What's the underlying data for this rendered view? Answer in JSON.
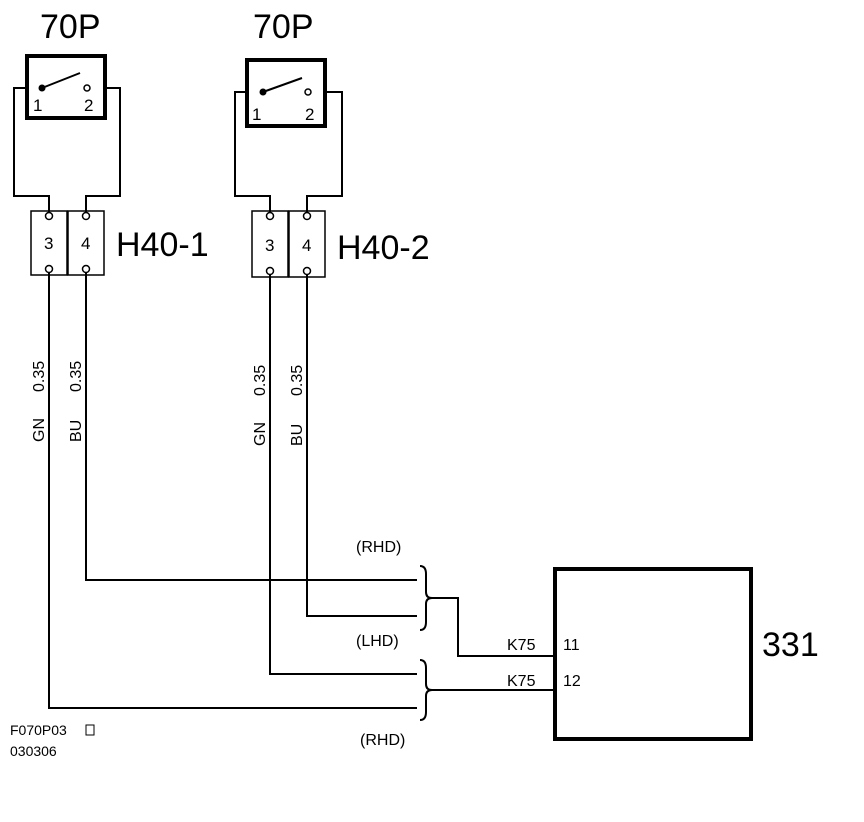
{
  "switches": [
    {
      "label": "70P",
      "pin1": "1",
      "pin2": "2"
    },
    {
      "label": "70P",
      "pin1": "1",
      "pin2": "2"
    }
  ],
  "connectors": [
    {
      "label": "H40-1",
      "pinA": "3",
      "pinB": "4"
    },
    {
      "label": "H40-2",
      "pinA": "3",
      "pinB": "4"
    }
  ],
  "wires": [
    {
      "color": "GN",
      "size": "0.35"
    },
    {
      "color": "BU",
      "size": "0.35"
    },
    {
      "color": "GN",
      "size": "0.35"
    },
    {
      "color": "BU",
      "size": "0.35"
    }
  ],
  "variants": {
    "top": "(RHD)",
    "middle": "(LHD)",
    "bottom": "(RHD)"
  },
  "module": {
    "label": "331",
    "pin_a_connector": "K75",
    "pin_a_number": "11",
    "pin_b_connector": "K75",
    "pin_b_number": "12"
  },
  "footer": {
    "code": "F070P03",
    "date": "030306"
  }
}
